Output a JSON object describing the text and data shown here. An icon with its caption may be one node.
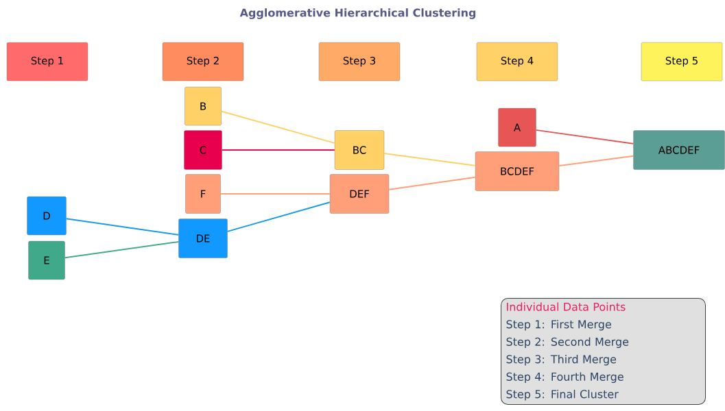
{
  "diagram": {
    "title": "Agglomerative Hierarchical Clustering",
    "nodes": [
      {
        "text": [
          "Step 1"
        ]
      },
      {
        "text": [
          "Step 2"
        ]
      },
      {
        "text": [
          "Step 3"
        ]
      },
      {
        "text": [
          "Step 4"
        ]
      },
      {
        "text": [
          "Step 5"
        ]
      },
      {
        "text": [
          "B"
        ]
      },
      {
        "text": [
          "C"
        ]
      },
      {
        "text": [
          "F"
        ]
      },
      {
        "text": [
          "D"
        ]
      },
      {
        "text": [
          "E"
        ]
      },
      {
        "text": [
          "DE"
        ]
      },
      {
        "text": [
          "BC"
        ]
      },
      {
        "text": [
          "DEF"
        ]
      },
      {
        "text": [
          "A"
        ]
      },
      {
        "text": [
          "BCDEF"
        ]
      },
      {
        "text": [
          "ABCDEF"
        ]
      },
      {
        "text": [
          "Individual Data Points",
          "Step 1: First Merge",
          "Step 2: Second Merge",
          "Step 3: Third Merge",
          "Step 4: Fourth Merge",
          "Step 5: Final Cluster"
        ]
      }
    ],
    "edges": [
      {
        "from": 5,
        "to": 11,
        "arrow": "none",
        "color": "#ffd166"
      },
      {
        "from": 6,
        "to": 11,
        "arrow": "none",
        "color": "#e8104f"
      },
      {
        "from": 7,
        "to": 12,
        "arrow": "none",
        "color": "#ffa07a"
      },
      {
        "from": 8,
        "to": 10,
        "arrow": "none",
        "color": "#1a9be8"
      },
      {
        "from": 9,
        "to": 10,
        "arrow": "none",
        "color": "#45ab8a"
      },
      {
        "from": 10,
        "to": 12,
        "arrow": "none",
        "color": "#1a9be8"
      },
      {
        "from": 11,
        "to": 14,
        "arrow": "none",
        "color": "#ffd166"
      },
      {
        "from": 12,
        "to": 14,
        "arrow": "none",
        "color": "#ffa07a"
      },
      {
        "from": 13,
        "to": 15,
        "arrow": "none",
        "color": "#e85555"
      },
      {
        "from": 14,
        "to": 15,
        "arrow": "none",
        "color": "#ffa07a"
      }
    ]
  }
}
